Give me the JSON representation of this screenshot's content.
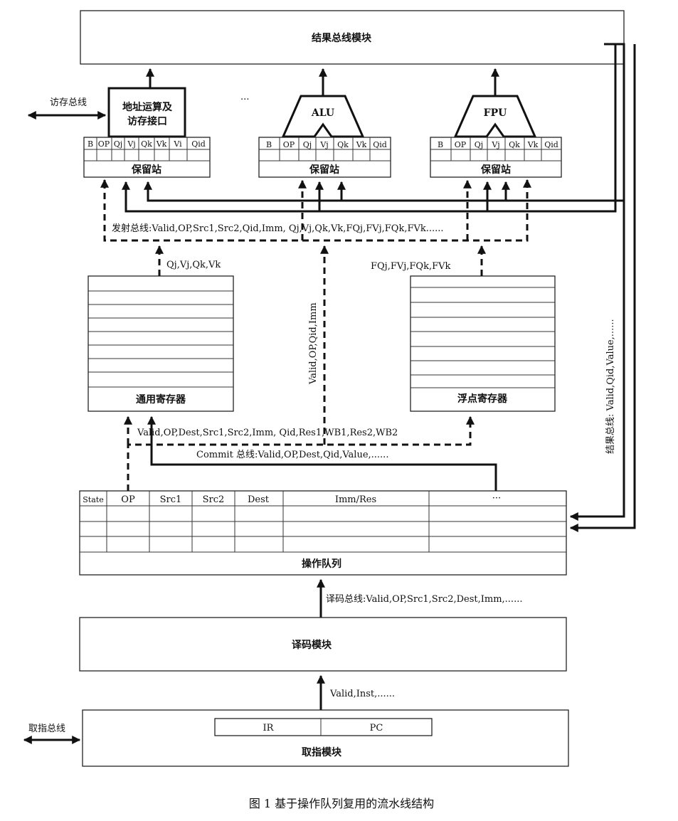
{
  "result_bus_module": "结果总线模块",
  "mem_bus_label": "访存总线",
  "addr_unit_line1": "地址运算及",
  "addr_unit_line2": "访存接口",
  "ellipsis": "...",
  "alu_label": "ALU",
  "fpu_label": "FPU",
  "rs1_fields": [
    "B",
    "OP",
    "Qj",
    "Vj",
    "Qk",
    "Vk",
    "Vi",
    "Qid"
  ],
  "rs_fields": [
    "B",
    "OP",
    "Qj",
    "Vj",
    "Qk",
    "Vk",
    "Qid"
  ],
  "reservation_station": "保留站",
  "issue_bus": "发射总线:Valid,OP,Src1,Src2,Qid,Imm, Qj,Vj,Qk,Vk,FQj,FVj,FQk,FVk......",
  "gpr_out": "Qj,Vj,Qk,Vk",
  "fpr_out": "FQj,FVj,FQk,FVk",
  "center_vertical": "Valid,OP,Qid,Imm",
  "gpr_label": "通用寄存器",
  "fpr_label": "浮点寄存器",
  "queue_to_reg": "Valid,OP,Dest,Src1,Src2,Imm,  Qid,Res1,WB1,Res2,WB2",
  "commit_bus": "Commit 总线:Valid,OP,Dest,Qid,Value,......",
  "result_bus_vertical": "结果总线: Valid,Qid,Value,......",
  "op_queue_headers": [
    "State",
    "OP",
    "Src1",
    "Src2",
    "Dest",
    "Imm/Res",
    "···"
  ],
  "op_queue_label": "操作队列",
  "decode_bus": "译码总线:Valid,OP,Src1,Src2,Dest,Imm,......",
  "decode_module": "译码模块",
  "fetch_to_decode": "Valid,Inst,......",
  "fetch_bus_label": "取指总线",
  "ir_label": "IR",
  "pc_label": "PC",
  "fetch_module": "取指模块",
  "caption": "图 1   基于操作队列复用的流水线结构"
}
